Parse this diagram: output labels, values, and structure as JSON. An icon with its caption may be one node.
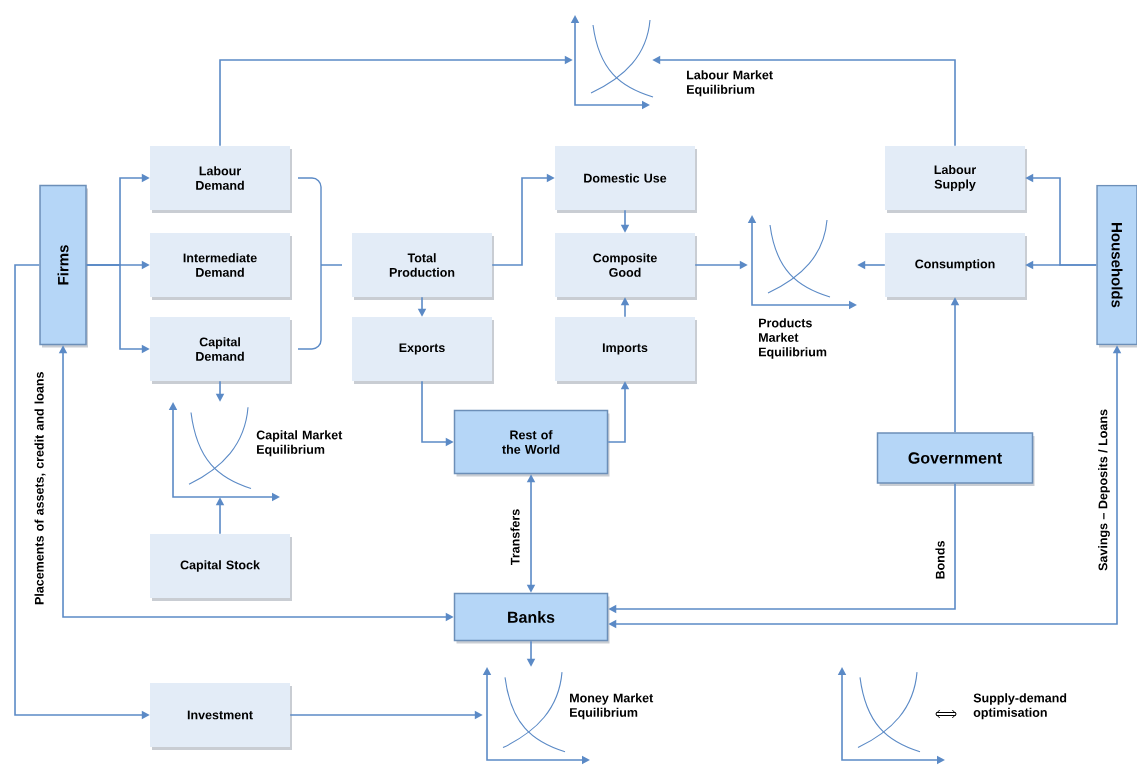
{
  "diagram": {
    "nodes": [
      {
        "text": [],
        "shape": "chart",
        "beside": [
          "Labour Market Equilibrium"
        ]
      },
      {
        "text": [
          "Labour Demand"
        ]
      },
      {
        "text": [
          "Labour Supply"
        ]
      },
      {
        "text": [
          "Firms"
        ]
      },
      {
        "text": [
          "Intermediate Demand"
        ]
      },
      {
        "text": [
          "Total Production"
        ]
      },
      {
        "text": [
          "Domestic Use"
        ]
      },
      {
        "text": [
          "Composite Good"
        ]
      },
      {
        "text": [],
        "shape": "chart",
        "beside": [
          "Products Market Equilibrium"
        ]
      },
      {
        "text": [
          "Consumption"
        ]
      },
      {
        "text": [
          "Households"
        ]
      },
      {
        "text": [
          "Capital Demand"
        ]
      },
      {
        "text": [
          "Exports"
        ]
      },
      {
        "text": [
          "Imports"
        ]
      },
      {
        "text": [],
        "shape": "chart",
        "beside": [
          "Capital Market Equilibrium"
        ]
      },
      {
        "text": [
          "Rest of the World"
        ]
      },
      {
        "text": [
          "Government"
        ]
      },
      {
        "text": [
          "Capital Stock"
        ]
      },
      {
        "text": [
          "Banks"
        ]
      },
      {
        "text": [
          "Investment"
        ]
      },
      {
        "text": [],
        "shape": "chart",
        "beside": [
          "Money Market Equilibrium"
        ]
      }
    ],
    "edges": [
      {
        "from": 1,
        "to": 0,
        "arrow": "to"
      },
      {
        "from": 2,
        "to": 0,
        "arrow": "to"
      },
      {
        "from": 3,
        "to": 1,
        "arrow": "to"
      },
      {
        "from": 3,
        "to": 4,
        "arrow": "to"
      },
      {
        "from": 3,
        "to": 11,
        "arrow": "to"
      },
      {
        "from": 11,
        "to": 14,
        "arrow": "to"
      },
      {
        "from": 17,
        "to": 14,
        "arrow": "to"
      },
      {
        "from": 5,
        "to": 6,
        "arrow": "to"
      },
      {
        "from": 5,
        "to": 12,
        "arrow": "to"
      },
      {
        "from": 6,
        "to": 7,
        "arrow": "to"
      },
      {
        "from": 13,
        "to": 7,
        "arrow": "to"
      },
      {
        "from": 7,
        "to": 8,
        "arrow": "to"
      },
      {
        "from": 9,
        "to": 8,
        "arrow": "to"
      },
      {
        "from": 10,
        "to": 9,
        "arrow": "to"
      },
      {
        "from": 10,
        "to": 2,
        "arrow": "to"
      },
      {
        "from": 12,
        "to": 15,
        "arrow": "to"
      },
      {
        "from": 15,
        "to": 13,
        "arrow": "to"
      },
      {
        "from": 15,
        "to": 18,
        "arrow": "both",
        "label": "Transfers"
      },
      {
        "from": 16,
        "to": 9,
        "arrow": "to"
      },
      {
        "from": 16,
        "to": 18,
        "arrow": "to",
        "label": "Bonds"
      },
      {
        "from": 18,
        "to": 10,
        "arrow": "both",
        "label": "Savings – Deposits / Loans"
      },
      {
        "from": 18,
        "to": 3,
        "arrow": "both",
        "label": "Placements of assets, credit and loans"
      },
      {
        "from": 3,
        "to": 19,
        "arrow": "to"
      },
      {
        "from": 19,
        "to": 20,
        "arrow": "to"
      },
      {
        "from": 18,
        "to": 20,
        "arrow": "to"
      }
    ],
    "legend": [
      {
        "text": "Supply-demand optimisation"
      }
    ]
  }
}
